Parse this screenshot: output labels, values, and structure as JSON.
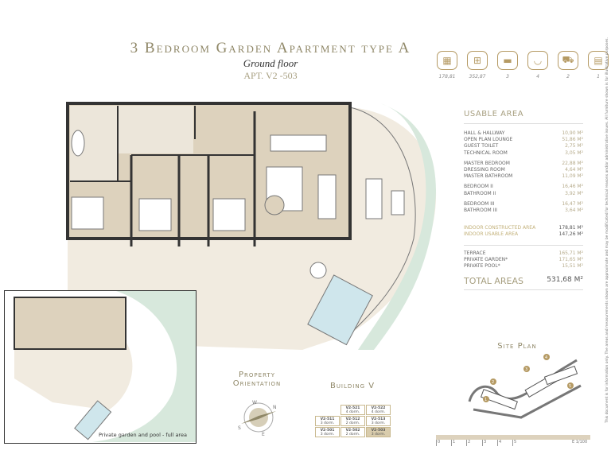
{
  "header": {
    "title": "3 Bedroom Garden Apartment type A",
    "floor": "Ground floor",
    "apartment": "APT. V2 -503"
  },
  "features": [
    {
      "icon": "constructed-area-icon",
      "value": "178,81"
    },
    {
      "icon": "total-area-icon",
      "value": "352,87"
    },
    {
      "icon": "bed-icon",
      "value": "3"
    },
    {
      "icon": "bathtub-icon",
      "value": "4"
    },
    {
      "icon": "parking-icon",
      "value": "2"
    },
    {
      "icon": "storage-icon",
      "value": "1"
    }
  ],
  "usable_area": {
    "title": "USABLE AREA",
    "groups": [
      [
        {
          "label": "HALL & HALLWAY",
          "value": "10,90 M²"
        },
        {
          "label": "OPEN PLAN LOUNGE",
          "value": "51,86 M²"
        },
        {
          "label": "GUEST TOILET",
          "value": "2,75 M²"
        },
        {
          "label": "TECHNICAL ROOM",
          "value": "3,05 M²"
        }
      ],
      [
        {
          "label": "MASTER BEDROOM",
          "value": "22,88 M²"
        },
        {
          "label": "DRESSING ROOM",
          "value": "4,64 M²"
        },
        {
          "label": "MASTER BATHROOM",
          "value": "11,09 M²"
        }
      ],
      [
        {
          "label": "BEDROOM II",
          "value": "16,46 M²"
        },
        {
          "label": "BATHROOM II",
          "value": "3,92 M²"
        }
      ],
      [
        {
          "label": "BEDROOM III",
          "value": "16,47 M²"
        },
        {
          "label": "BATHROOM III",
          "value": "3,64 M²"
        }
      ]
    ],
    "indoor": [
      {
        "label": "INDOOR CONSTRUCTED AREA",
        "value": "178,81 M²"
      },
      {
        "label": "INDOOR USABLE AREA",
        "value": "147,26 M²"
      }
    ],
    "outdoor": [
      {
        "label": "TERRACE",
        "value": "165,71 M²"
      },
      {
        "label": "PRIVATE GARDEN*",
        "value": "171,65 M²"
      },
      {
        "label": "PRIVATE POOL*",
        "value": "15,51 M²"
      }
    ],
    "total_label": "TOTAL AREAS",
    "total_value": "531,68 M²"
  },
  "inset_caption": "Private garden and pool - full area",
  "orientation": {
    "title_1": "Property",
    "title_2": "Orientation",
    "n": "N",
    "s": "S",
    "e": "E",
    "w": "W"
  },
  "building": {
    "title": "Building V",
    "rows": [
      [
        {
          "id": "V2-521",
          "sub": "4 dorm."
        },
        {
          "id": "V2-522",
          "sub": "4 dorm."
        }
      ],
      [
        {
          "id": "V2-511",
          "sub": "3 dorm."
        },
        {
          "id": "V2-512",
          "sub": "2 dorm."
        },
        {
          "id": "V2-513",
          "sub": "3 dorm."
        }
      ],
      [
        {
          "id": "V2-501",
          "sub": "3 dorm."
        },
        {
          "id": "V2-502",
          "sub": "2 dorm."
        },
        {
          "id": "V2-503",
          "sub": "3 dorm.",
          "selected": true
        }
      ]
    ]
  },
  "site_plan": {
    "title": "Site Plan",
    "markers": [
      "1",
      "2",
      "3",
      "4",
      "5"
    ]
  },
  "scale": {
    "ticks": [
      "0",
      "1",
      "2",
      "3",
      "4",
      "5"
    ],
    "label": "E 1/100"
  },
  "disclaimer": "This document is for information only. The areas and measurements shown are approximate and may be modificated for technical reasons and/or administrative issues. All furniture shown is for illustrative purposes.",
  "colors": {
    "accent": "#b59a63",
    "floor": "#ddd2bd",
    "garden": "#d7e8dc",
    "pool": "#cfe6ec"
  }
}
